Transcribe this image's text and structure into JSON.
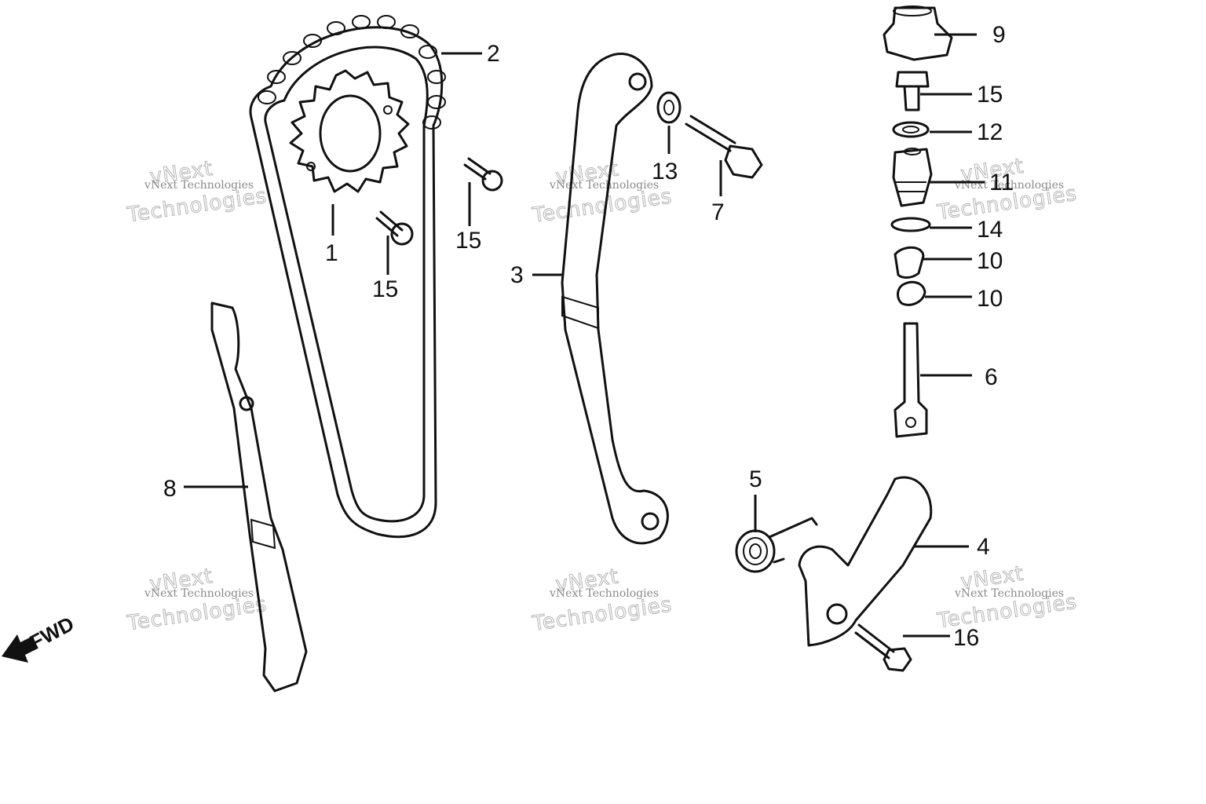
{
  "parts": [
    {
      "id": "1",
      "label": "1"
    },
    {
      "id": "2",
      "label": "2"
    },
    {
      "id": "3",
      "label": "3"
    },
    {
      "id": "4",
      "label": "4"
    },
    {
      "id": "5",
      "label": "5"
    },
    {
      "id": "6",
      "label": "6"
    },
    {
      "id": "7",
      "label": "7"
    },
    {
      "id": "8",
      "label": "8"
    },
    {
      "id": "9",
      "label": "9"
    },
    {
      "id": "10a",
      "label": "10"
    },
    {
      "id": "10b",
      "label": "10"
    },
    {
      "id": "11",
      "label": "11"
    },
    {
      "id": "12",
      "label": "12"
    },
    {
      "id": "13",
      "label": "13"
    },
    {
      "id": "14",
      "label": "14"
    },
    {
      "id": "15a",
      "label": "15"
    },
    {
      "id": "15b",
      "label": "15"
    },
    {
      "id": "15c",
      "label": "15"
    },
    {
      "id": "16",
      "label": "16"
    }
  ],
  "watermark": {
    "small": "vNext Technologies",
    "line1": "vNext",
    "line2": "Technologies"
  },
  "direction_label": "FWD"
}
